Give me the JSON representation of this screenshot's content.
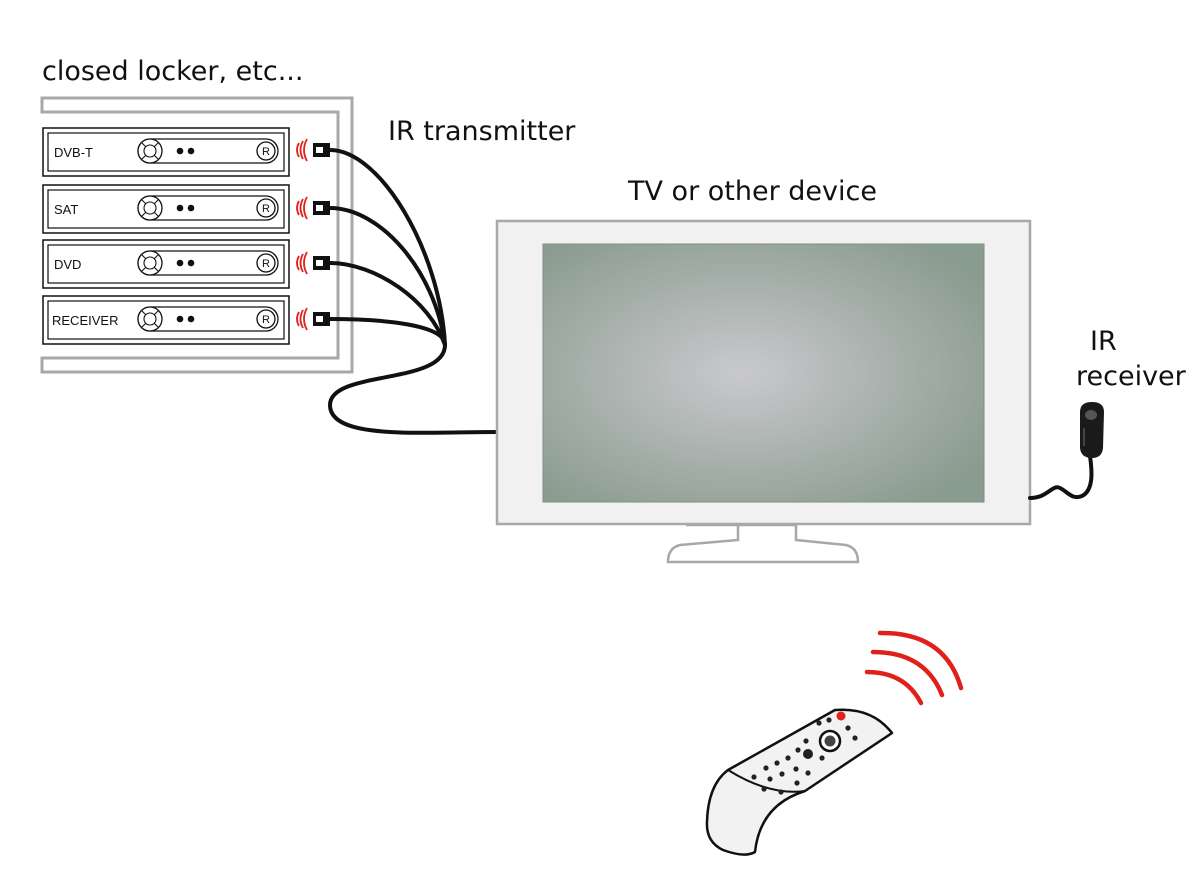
{
  "labels": {
    "locker": "closed locker, etc...",
    "ir_transmitter": "IR transmitter",
    "tv": "TV or other device",
    "ir_receiver_line1": "IR",
    "ir_receiver_line2": "receiver"
  },
  "devices": [
    {
      "name": "DVB-T",
      "button_letter": "R"
    },
    {
      "name": "SAT",
      "button_letter": "R"
    },
    {
      "name": "DVD",
      "button_letter": "R"
    },
    {
      "name": "RECEIVER",
      "button_letter": "R"
    }
  ],
  "colors": {
    "outline": "#a8a8a8",
    "cable": "#111111",
    "ir_signal": "#e0211b",
    "screen_center": "#c9c9cd",
    "screen_edge": "#8a9b8f",
    "tv_frame": "#f1f1f1"
  }
}
